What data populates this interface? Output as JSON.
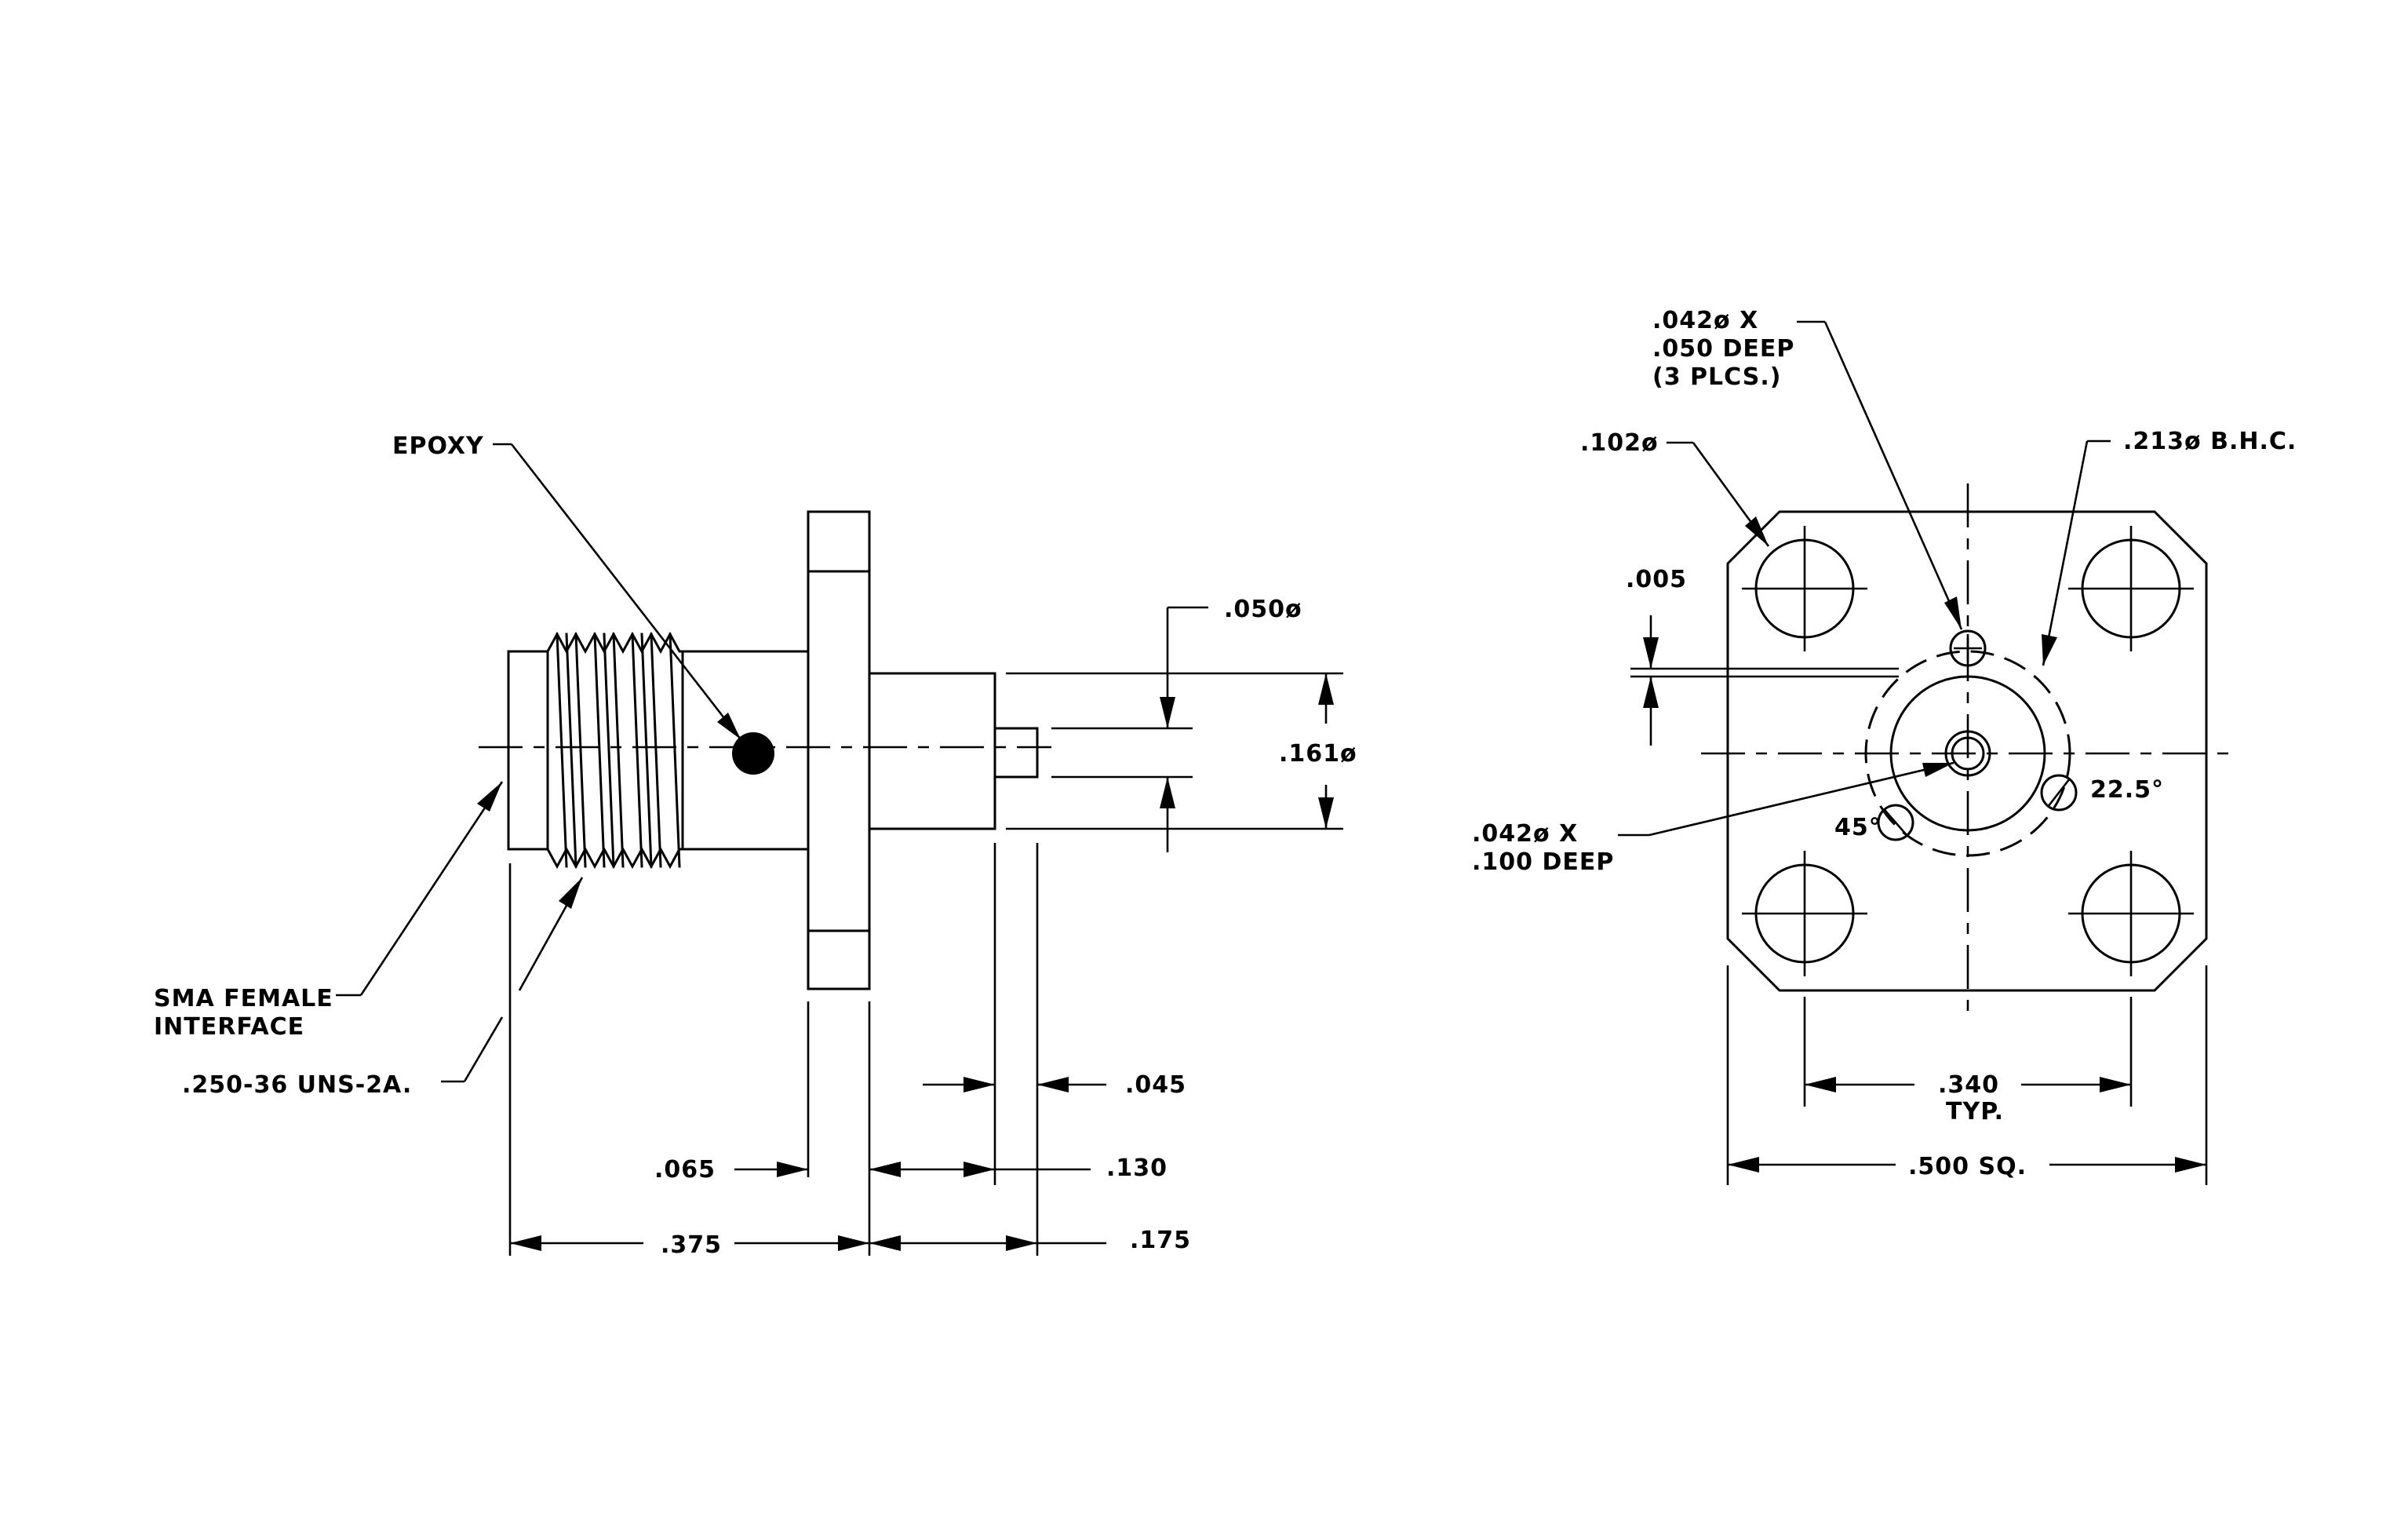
{
  "labels": {
    "epoxy": "EPOXY",
    "sma_line1": "SMA FEMALE",
    "sma_line2": "INTERFACE",
    "thread": ".250-36 UNS-2A.",
    "pin_dia": ".050ø",
    "body_dia": ".161ø",
    "d045": ".045",
    "d065": ".065",
    "d130": ".130",
    "d375": ".375",
    "d175": ".175",
    "hole_line1": ".042ø X",
    "hole_line2": ".050 DEEP",
    "hole_line3": "(3 PLCS.)",
    "mount_dia": ".102ø",
    "bhc": ".213ø B.H.C.",
    "d005": ".005",
    "center_line1": ".042ø X",
    "center_line2": ".100 DEEP",
    "angle45": "45°",
    "angle225": "22.5°",
    "d340_line1": ".340",
    "d340_line2": "TYP.",
    "d500": ".500 SQ."
  }
}
